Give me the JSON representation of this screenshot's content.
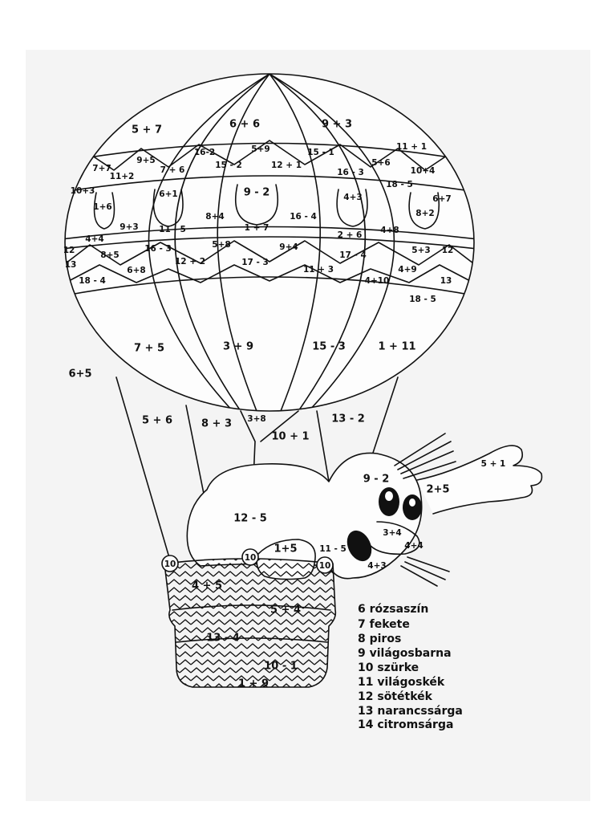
{
  "colors": {
    "page_background": "#f4f4f4",
    "ink": "#111111"
  },
  "balloon": {
    "top_row": [
      "5 + 7",
      "6 + 6",
      "9 + 3"
    ],
    "rim_top_right": "11 + 1",
    "row1": [
      "7+7",
      "9+5",
      "16-2",
      "5+9",
      "15 - 1",
      "5+6"
    ],
    "row2": [
      "11+2",
      "7 + 6",
      "15 - 2",
      "12 + 1",
      "16 - 3",
      "10+4"
    ],
    "row2_right": "18 - 5",
    "band_left_top": "10+3",
    "band_right_top": "6+7",
    "band": [
      "1+6",
      "6+1",
      "9 - 2",
      "4+3",
      "8+2"
    ],
    "band_mid": [
      "8+4",
      "16 - 4",
      "4+8"
    ],
    "row3": [
      "9+3",
      "11 - 5",
      "1 + 7",
      "2 + 6"
    ],
    "row3_left": "4+4",
    "row4": [
      "16 - 3",
      "5+8",
      "9+4",
      "17 - 4",
      "5+3"
    ],
    "edge_12_left": "12",
    "edge_12_right": "12",
    "row5": [
      "8+5",
      "6+8",
      "12 + 2",
      "17 - 3",
      "11 + 3",
      "4+9"
    ],
    "edge_13_left": "13",
    "edge_13_right": "13",
    "row6": [
      "18 - 4",
      "4+10",
      "18 - 5"
    ],
    "lower": [
      "7 + 5",
      "3 + 9",
      "15 - 3",
      "1 + 11"
    ]
  },
  "outside_label": "6+5",
  "ropes": [
    "5 + 6",
    "8 + 3",
    "3+8",
    "10 + 1",
    "13 - 2"
  ],
  "mole": {
    "head": "9 - 2",
    "arm": "2+5",
    "hand": "5 + 1",
    "body": "12 - 5",
    "paw": "1+5",
    "chin": "11 - 5",
    "nose": "3+4",
    "nose_tip": "4+4",
    "mouth": "4+3",
    "rim_left": "10",
    "rim_mid": "10",
    "rim_right": "10"
  },
  "basket": [
    "4 + 5",
    "5 + 4",
    "13 - 4",
    "10 - 1",
    "1 + 9"
  ],
  "legend": [
    "6 rózsaszín",
    "7 fekete",
    "8 piros",
    "9 világosbarna",
    "10 szürke",
    "11 világoskék",
    "12 sötétkék",
    "13 narancssárga",
    "14 citromsárga"
  ]
}
